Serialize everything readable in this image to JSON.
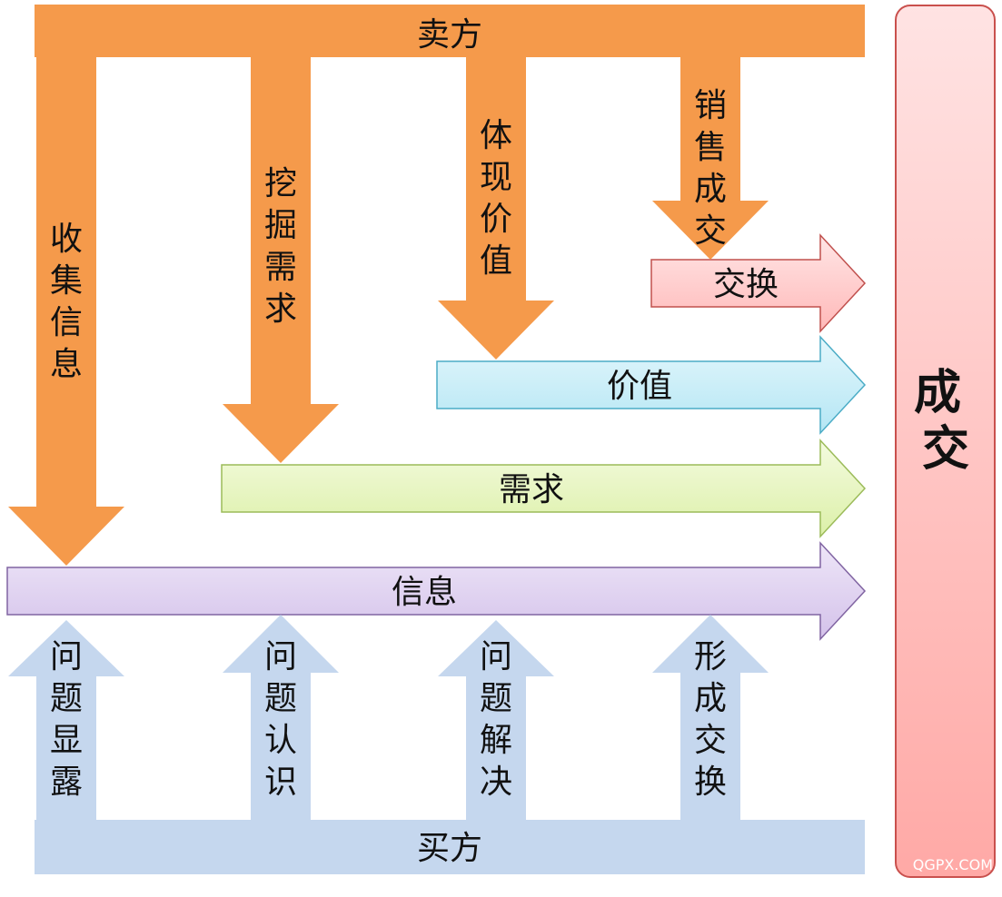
{
  "seller": {
    "label": "卖方"
  },
  "buyer": {
    "label": "买方"
  },
  "deal": {
    "label": "成交"
  },
  "watermark": "QGPX.COM",
  "seller_actions": [
    "收集信息",
    "挖掘需求",
    "体现价值",
    "销售成交"
  ],
  "buyer_actions": [
    "问题显露",
    "问题认识",
    "问题解决",
    "形成交换"
  ],
  "flows": [
    "信息",
    "需求",
    "价值",
    "交换"
  ],
  "colors": {
    "seller": "#F59A4B",
    "buyer": "#C5D7EE",
    "deal_top": "#FFE3E3",
    "deal_bottom": "#FFA9A6",
    "deal_border": "#C9504D",
    "flow_info": "#E0D2F0",
    "flow_info_border": "#8064A2",
    "flow_need": "#EBF7C8",
    "flow_need_border": "#9BBB59",
    "flow_value": "#C8EEF8",
    "flow_value_border": "#4BACC6",
    "flow_exchange": "#FFC9C9",
    "flow_exchange_border": "#C0504D"
  }
}
